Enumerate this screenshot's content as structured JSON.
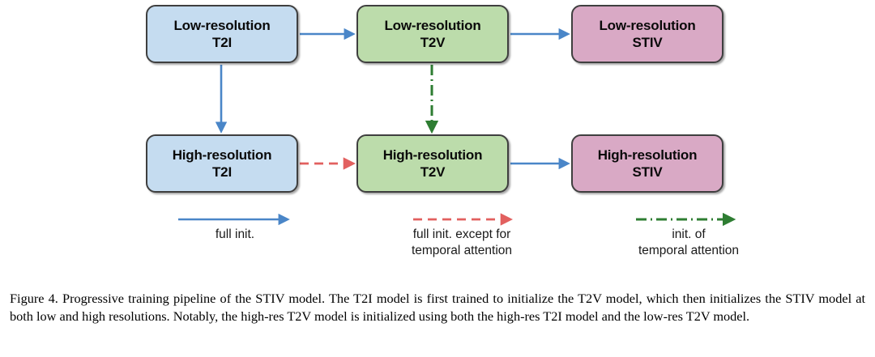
{
  "figure": {
    "nodes": [
      {
        "id": "low-res-t2i",
        "line1": "Low-resolution",
        "line2": "T2I",
        "color": "#c5dcf0"
      },
      {
        "id": "low-res-t2v",
        "line1": "Low-resolution",
        "line2": "T2V",
        "color": "#bcdcab"
      },
      {
        "id": "low-res-stiv",
        "line1": "Low-resolution",
        "line2": "STIV",
        "color": "#d9a9c5"
      },
      {
        "id": "high-res-t2i",
        "line1": "High-resolution",
        "line2": "T2I",
        "color": "#c5dcf0"
      },
      {
        "id": "high-res-t2v",
        "line1": "High-resolution",
        "line2": "T2V",
        "color": "#bcdcab"
      },
      {
        "id": "high-res-stiv",
        "line1": "High-resolution",
        "line2": "STIV",
        "color": "#d9a9c5"
      }
    ],
    "edges": [
      {
        "from": "low-res-t2i",
        "to": "low-res-t2v",
        "style": "solid",
        "color": "#4a86c8"
      },
      {
        "from": "low-res-t2v",
        "to": "low-res-stiv",
        "style": "solid",
        "color": "#4a86c8"
      },
      {
        "from": "low-res-t2i",
        "to": "high-res-t2i",
        "style": "solid",
        "color": "#4a86c8"
      },
      {
        "from": "low-res-t2v",
        "to": "high-res-t2v",
        "style": "dash-dot",
        "color": "#2e7d32"
      },
      {
        "from": "high-res-t2i",
        "to": "high-res-t2v",
        "style": "dashed",
        "color": "#e2605f"
      },
      {
        "from": "high-res-t2v",
        "to": "high-res-stiv",
        "style": "solid",
        "color": "#4a86c8"
      }
    ],
    "legend": [
      {
        "id": "full-init",
        "label": "full init.",
        "style": "solid",
        "color": "#4a86c8"
      },
      {
        "id": "full-init-except",
        "label": "full init. except for\ntemporal attention",
        "style": "dashed",
        "color": "#e2605f"
      },
      {
        "id": "init-temporal",
        "label": "init. of\ntemporal attention",
        "style": "dash-dot",
        "color": "#2e7d32"
      }
    ]
  },
  "caption": {
    "text": "Figure 4. Progressive training pipeline of the STIV model. The T2I model is first trained to initialize the T2V model, which then initializes the STIV model at both low and high resolutions. Notably, the high-res T2V model is initialized using both the high-res T2I model and the low-res T2V model."
  }
}
